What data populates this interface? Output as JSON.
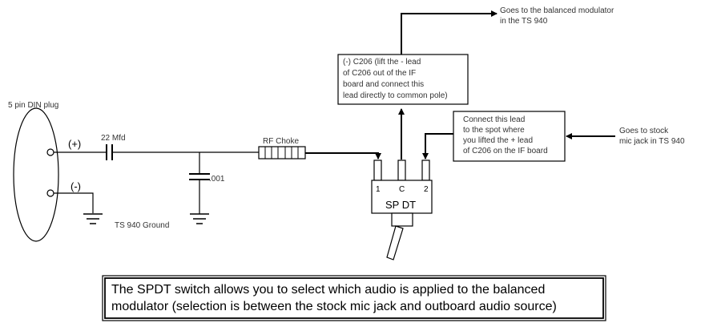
{
  "plug": {
    "label": "5 pin DIN plug",
    "pin_plus": "(+)",
    "pin_minus": "(-)"
  },
  "ground": {
    "label": "TS 940 Ground"
  },
  "cap1": {
    "label": "22 Mfd"
  },
  "cap2": {
    "label": ".001"
  },
  "choke": {
    "label": "RF Choke"
  },
  "switch": {
    "label": "SP DT",
    "pin1": "1",
    "pinC": "C",
    "pin2": "2"
  },
  "box_common": {
    "lines": [
      "(-) C206 (lift the - lead",
      "of C206 out of  the IF",
      "board and connect this",
      "lead directly to common pole)"
    ]
  },
  "box_pin2": {
    "lines": [
      "Connect this lead",
      "to the spot where",
      "you lifted the + lead",
      "of C206 on the IF board"
    ]
  },
  "dest_modulator": {
    "lines": [
      "Goes to the balanced modulator",
      "in the TS 940"
    ]
  },
  "dest_mic": {
    "lines": [
      "Goes to stock",
      "mic jack in TS 940"
    ]
  },
  "note": {
    "lines": [
      "The SPDT switch allows you to select which audio is applied to the balanced",
      "modulator (selection is between the stock mic jack and outboard audio source)"
    ]
  }
}
